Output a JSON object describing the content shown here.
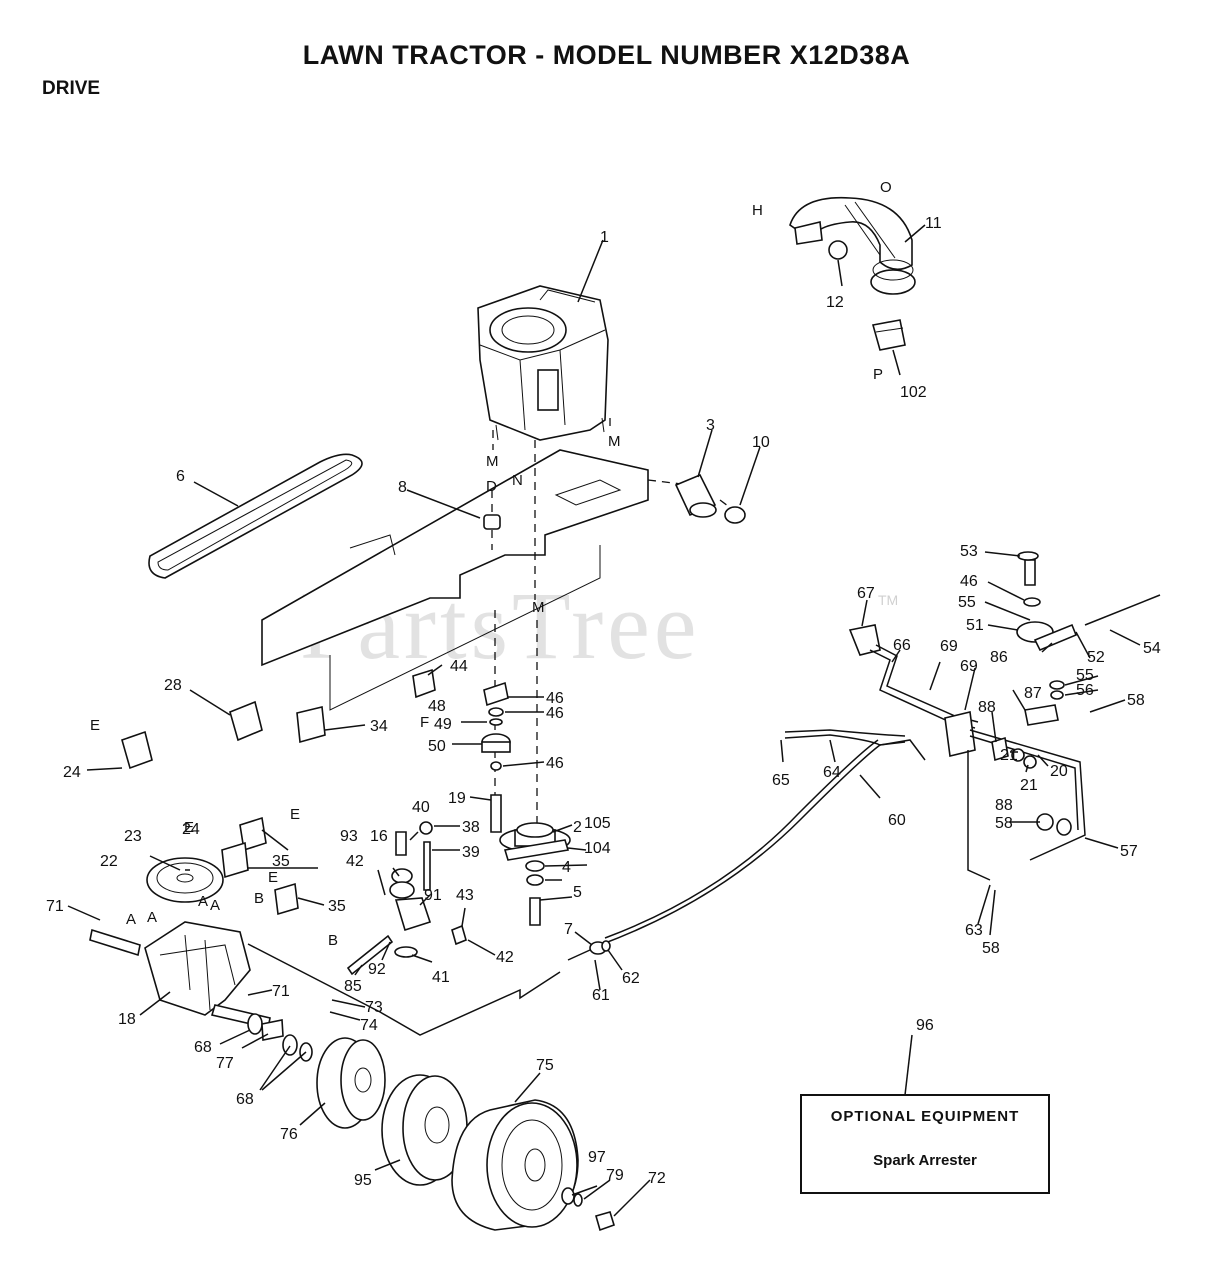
{
  "title": "LAWN TRACTOR - MODEL NUMBER X12D38A",
  "section": "DRIVE",
  "watermark": "PartsTree",
  "watermark_tm": "TM",
  "optional_box": {
    "title": "OPTIONAL EQUIPMENT",
    "item": "Spark Arrester"
  },
  "callouts": [
    "1",
    "2",
    "3",
    "4",
    "5",
    "6",
    "7",
    "8",
    "10",
    "11",
    "12",
    "16",
    "18",
    "19",
    "20",
    "21",
    "21",
    "22",
    "23",
    "24",
    "24",
    "28",
    "34",
    "35",
    "35",
    "38",
    "39",
    "40",
    "41",
    "42",
    "42",
    "43",
    "44",
    "46",
    "46",
    "46",
    "46",
    "48",
    "49",
    "50",
    "51",
    "52",
    "53",
    "54",
    "55",
    "55",
    "56",
    "57",
    "58",
    "58",
    "58",
    "60",
    "61",
    "62",
    "63",
    "64",
    "65",
    "66",
    "67",
    "68",
    "68",
    "69",
    "69",
    "71",
    "71",
    "72",
    "73",
    "74",
    "75",
    "76",
    "77",
    "79",
    "85",
    "86",
    "87",
    "88",
    "88",
    "91",
    "92",
    "93",
    "95",
    "96",
    "97",
    "102",
    "104",
    "105"
  ],
  "letters": [
    "H",
    "O",
    "P",
    "M",
    "M",
    "N",
    "D",
    "M",
    "E",
    "E",
    "E",
    "E",
    "F",
    "B",
    "B",
    "A",
    "A",
    "A",
    "A"
  ]
}
